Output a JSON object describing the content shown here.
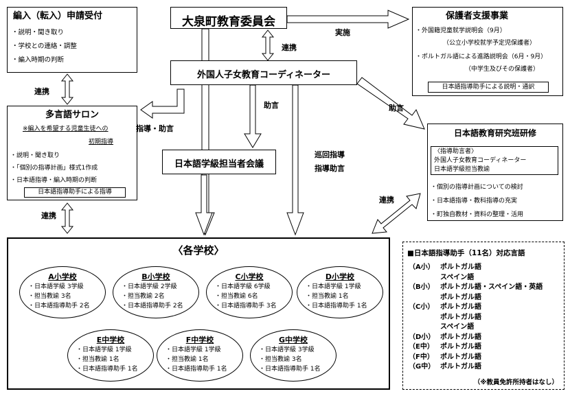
{
  "board": {
    "title": "大泉町教育委員会"
  },
  "coordinator": {
    "title": "外国人子女教育コーディネーター"
  },
  "enrollment": {
    "title": "編入（転入）申請受付",
    "items": [
      "・説明・聞き取り",
      "・学校との連絡・調整",
      "・編入時期の判断"
    ]
  },
  "guardian": {
    "title": "保護者支援事業",
    "item1": "・外国籍児童就学説明会（9月）",
    "item1_sub": "（公立小学校就学予定児保護者）",
    "item2": "・ポルトガル語による進路説明会（6月・9月）",
    "item2_sub": "（中学生及びその保護者）",
    "footer": "日本語指導助手による説明・通訳"
  },
  "salon": {
    "title": "多言語サロン",
    "note1": "※編入を希望する児童生徒への",
    "note2": "初期指導",
    "items": [
      "・説明・聞き取り",
      "・「個別の指導計画」様式1作成",
      "・日本語指導・編入時期の判断"
    ],
    "footer": "日本語指導助手による指導"
  },
  "meeting": {
    "title": "日本語学級担当者会議"
  },
  "research": {
    "title": "日本語教育研究班研修",
    "advisor_label": "〈指導助言者〉",
    "advisor1": "外国人子女教育コーディネーター",
    "advisor2": "日本語学級担当教諭",
    "items": [
      "・個別の指導計画についての検討",
      "・日本語指導・教科指導の充実",
      "・町独自教材・資料の整理・活用"
    ]
  },
  "arrows": {
    "implement": "実施",
    "coop_board": "連携",
    "coop_left": "連携",
    "coop_salon": "連携",
    "coop_research": "連携",
    "guidance_advice": "指導・助言",
    "advice_mid": "助言",
    "advice_right": "助言",
    "patrol1": "巡回指導",
    "patrol2": "指導助言"
  },
  "schools": {
    "title": "〈各学校〉",
    "list": [
      {
        "name": "A小学校",
        "lines": [
          "・日本語学級 3学級",
          "・担当教諭 3名",
          "・日本語指導助手 2名"
        ]
      },
      {
        "name": "B小学校",
        "lines": [
          "・日本語学級 2学級",
          "・担当教諭 2名",
          "・日本語指導助手 2名"
        ]
      },
      {
        "name": "C小学校",
        "lines": [
          "・日本語学級 6学級",
          "・担当教諭 6名",
          "・日本語指導助手 3名"
        ]
      },
      {
        "name": "D小学校",
        "lines": [
          "・日本語学級 1学級",
          "・担当教諭 1名",
          "・日本語指導助手 1名"
        ]
      },
      {
        "name": "E中学校",
        "lines": [
          "・日本語学級 1学級",
          "・担当教諭 1名",
          "・日本語指導助手 1名"
        ]
      },
      {
        "name": "F中学校",
        "lines": [
          "・日本語学級 1学級",
          "・担当教諭 1名",
          "・日本語指導助手 1名"
        ]
      },
      {
        "name": "G中学校",
        "lines": [
          "・日本語学級 3学級",
          "・担当教諭 3名",
          "・日本語指導助手 1名"
        ]
      }
    ]
  },
  "languages": {
    "title": "■日本語指導助手（11名）対応言語",
    "rows": [
      {
        "school": "（A小）",
        "lang": "ポルトガル語"
      },
      {
        "school": "",
        "lang": "スペイン語"
      },
      {
        "school": "（B小）",
        "lang": "ポルトガル語・スペイン語・英語"
      },
      {
        "school": "",
        "lang": "ポルトガル語"
      },
      {
        "school": "（C小）",
        "lang": "ポルトガル語"
      },
      {
        "school": "",
        "lang": "ポルトガル語"
      },
      {
        "school": "",
        "lang": "スペイン語"
      },
      {
        "school": "（D小）",
        "lang": "ポルトガル語"
      },
      {
        "school": "（E中）",
        "lang": "ポルトガル語"
      },
      {
        "school": "（F中）",
        "lang": "ポルトガル語"
      },
      {
        "school": "（G中）",
        "lang": "ポルトガル語"
      }
    ],
    "note": "（※教員免許所持者はなし）"
  }
}
